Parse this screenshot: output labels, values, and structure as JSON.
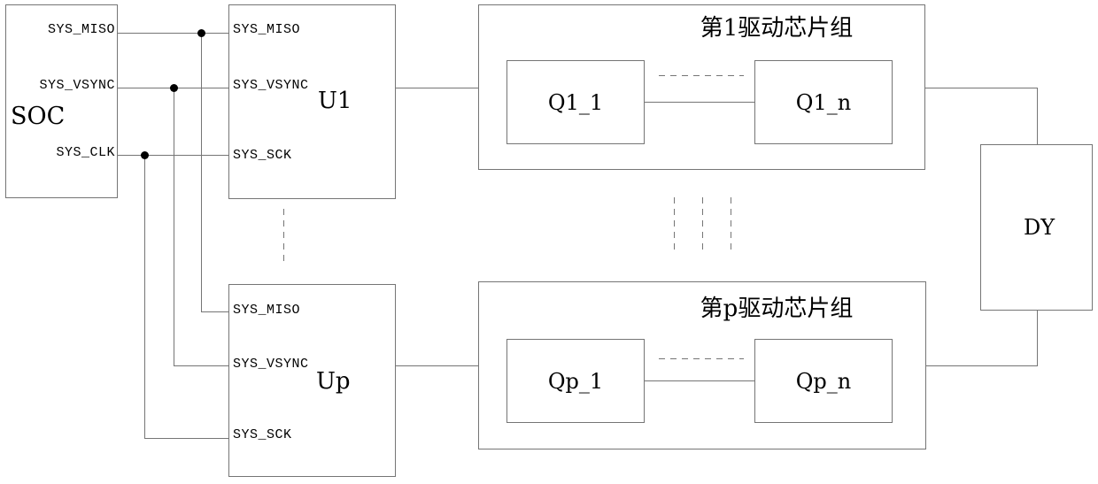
{
  "colors": {
    "line": "#757575",
    "text": "#000000",
    "background": "#ffffff"
  },
  "soc": {
    "label": "SOC",
    "pins": {
      "miso": "SYS_MISO",
      "vsync": "SYS_VSYNC",
      "clk": "SYS_CLK"
    }
  },
  "u1": {
    "label": "U1",
    "pins": {
      "miso": "SYS_MISO",
      "vsync": "SYS_VSYNC",
      "sck": "SYS_SCK"
    }
  },
  "up": {
    "label": "Up",
    "pins": {
      "miso": "SYS_MISO",
      "vsync": "SYS_VSYNC",
      "sck": "SYS_SCK"
    }
  },
  "group1": {
    "title": "第1驱动芯片组",
    "chip_first": "Q1_1",
    "chip_last": "Q1_n"
  },
  "groupp": {
    "title": "第p驱动芯片组",
    "chip_first": "Qp_1",
    "chip_last": "Qp_n"
  },
  "dy": {
    "label": "DY"
  }
}
